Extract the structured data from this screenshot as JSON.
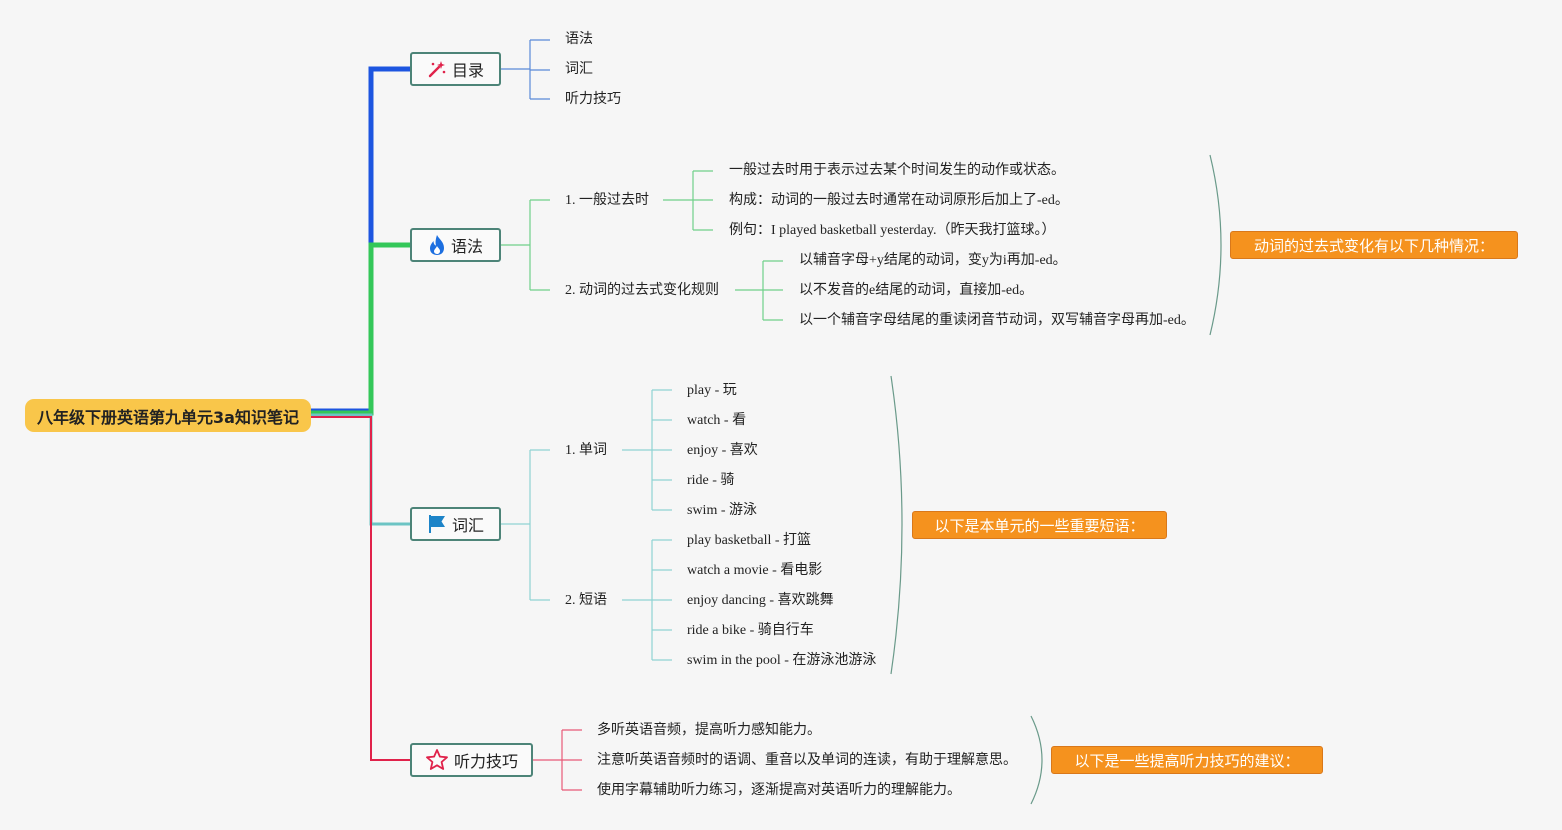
{
  "root": "八年级下册英语第九单元3a知识笔记",
  "topics": {
    "contents": {
      "label": "目录",
      "icon": "magic-wand-icon",
      "items": [
        "语法",
        "词汇",
        "听力技巧"
      ]
    },
    "grammar": {
      "label": "语法",
      "icon": "fire-icon",
      "sub1": {
        "label": "1. 一般过去时",
        "items": [
          "一般过去时用于表示过去某个时间发生的动作或状态。",
          "构成：动词的一般过去时通常在动词原形后加上了-ed。",
          "例句：I played basketball yesterday.（昨天我打篮球。）"
        ]
      },
      "sub2": {
        "label": "2. 动词的过去式变化规则",
        "items": [
          "以辅音字母+y结尾的动词，变y为i再加-ed。",
          "以不发音的e结尾的动词，直接加-ed。",
          "以一个辅音字母结尾的重读闭音节动词，双写辅音字母再加-ed。"
        ]
      },
      "summary": "动词的过去式变化有以下几种情况："
    },
    "vocab": {
      "label": "词汇",
      "icon": "flag-icon",
      "sub1": {
        "label": "1. 单词",
        "items": [
          "play - 玩",
          "watch - 看",
          "enjoy - 喜欢",
          "ride - 骑",
          "swim - 游泳"
        ]
      },
      "sub2": {
        "label": "2. 短语",
        "items": [
          "play basketball - 打篮",
          "watch a movie - 看电影",
          "enjoy dancing - 喜欢跳舞",
          "ride a bike - 骑自行车",
          "swim in the pool - 在游泳池游泳"
        ]
      },
      "summary": "以下是本单元的一些重要短语："
    },
    "listening": {
      "label": "听力技巧",
      "icon": "star-icon",
      "items": [
        "多听英语音频，提高听力感知能力。",
        "注意听英语音频时的语调、重音以及单词的连读，有助于理解意思。",
        "使用字幕辅助听力练习，逐渐提高对英语听力的理解能力。"
      ],
      "summary": "以下是一些提高听力技巧的建议："
    }
  },
  "colors": {
    "root_fill": "#f9c64a",
    "branch_contents": "#1d55e0",
    "branch_grammar": "#34c759",
    "branch_vocab": "#6cc4c4",
    "branch_listening": "#e0224a",
    "summary_fill": "#f5921e",
    "topic_border": "#4d8478"
  }
}
